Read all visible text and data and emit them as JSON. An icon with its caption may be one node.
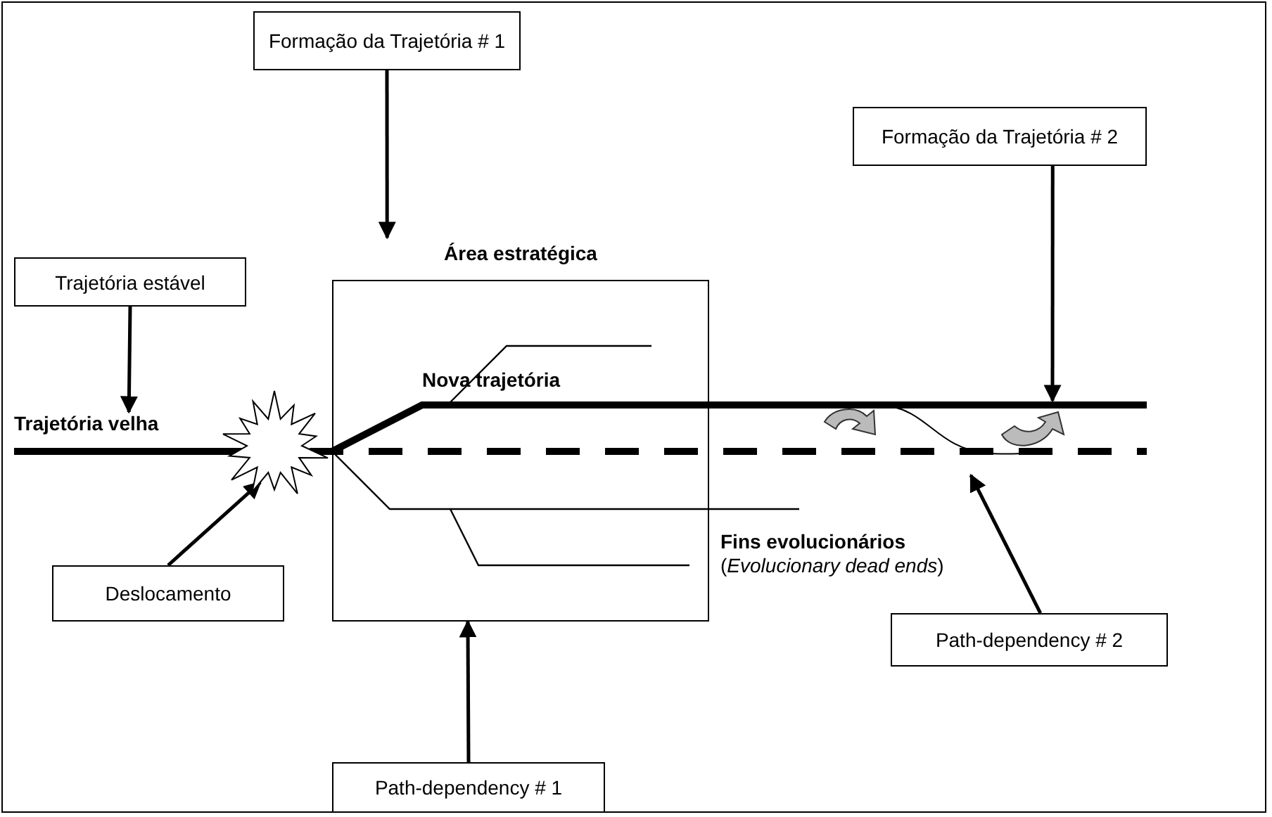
{
  "diagram": {
    "nodes": [
      {
        "text": [
          "Formação da Trajetória # 1"
        ]
      },
      {
        "text": [
          "Formação da Trajetória # 2"
        ]
      },
      {
        "text": [
          "Trajetória estável"
        ]
      },
      {
        "text": [
          "Área estratégica"
        ]
      },
      {
        "text": [],
        "shape": "star"
      },
      {
        "text": [
          "Deslocamento"
        ]
      },
      {
        "text": [
          "Path-dependency # 2"
        ]
      },
      {
        "text": [
          "Path-dependency # 1"
        ]
      },
      {
        "text": [
          "Trajetória velha"
        ]
      }
    ],
    "edges": [
      {
        "from": 0,
        "to": 3,
        "arrow": "to"
      },
      {
        "from": 1,
        "to": null,
        "arrow": "to"
      },
      {
        "from": 2,
        "to": 8,
        "arrow": "to"
      },
      {
        "from": 5,
        "to": 4,
        "arrow": "to"
      },
      {
        "from": 6,
        "to": null,
        "arrow": "to"
      },
      {
        "from": 7,
        "to": 3,
        "arrow": "to"
      }
    ],
    "labels": [
      "Nova trajetória",
      "Fins evolucionários",
      "(*Evolucionary dead ends*)"
    ]
  }
}
